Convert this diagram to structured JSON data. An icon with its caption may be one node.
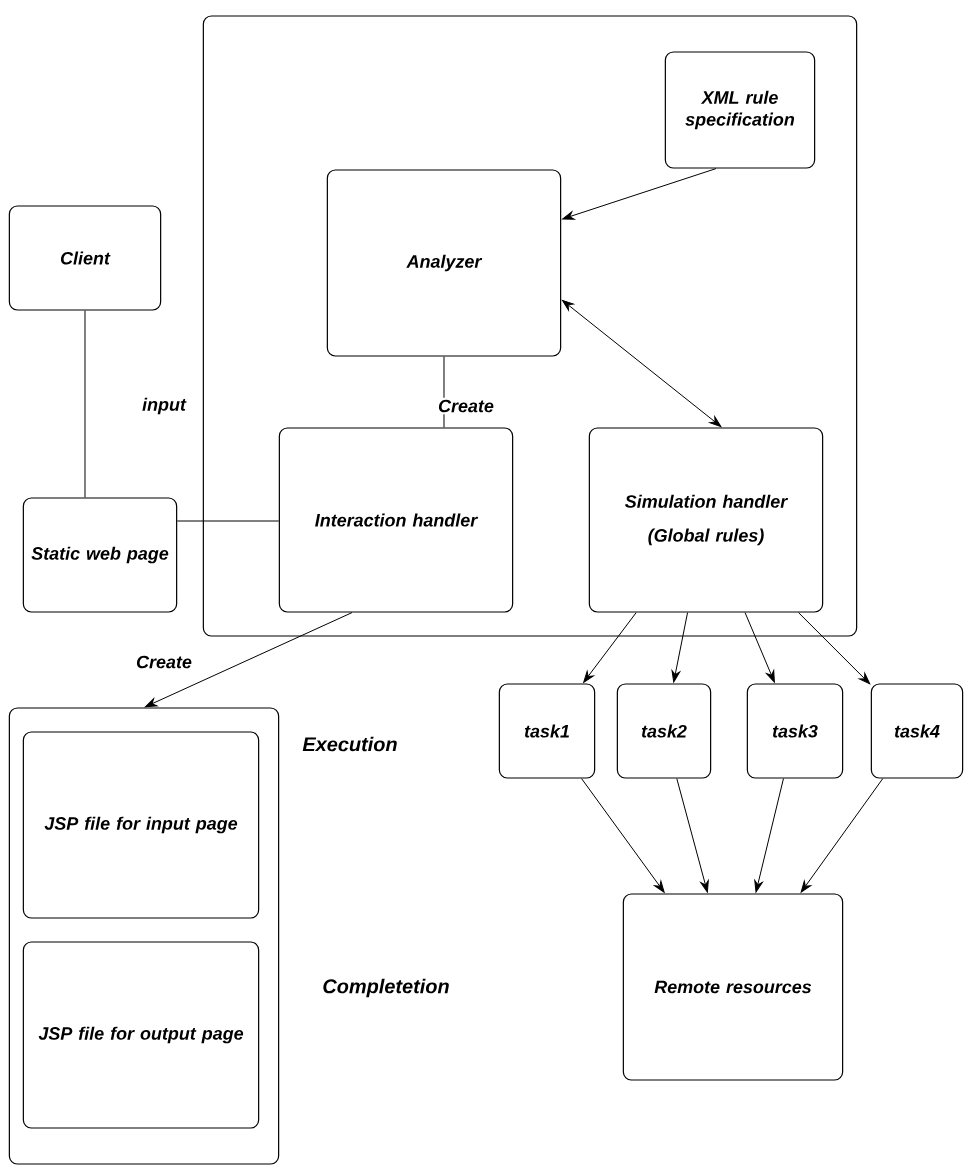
{
  "diagram": {
    "nodes": [
      {
        "text": [],
        "shape": "box"
      },
      {
        "text": [
          "XML rule specification"
        ],
        "in": 0
      },
      {
        "text": [
          "Analyzer"
        ],
        "in": 0
      },
      {
        "text": [
          "Interaction handler"
        ],
        "in": 0
      },
      {
        "text": [
          "Simulation handler",
          "(Global rules)"
        ],
        "in": 0
      },
      {
        "text": [
          "Client"
        ]
      },
      {
        "text": [
          "Static web page"
        ]
      },
      {
        "text": [],
        "shape": "box"
      },
      {
        "text": [
          "JSP file for input page"
        ],
        "in": 7
      },
      {
        "text": [
          "JSP file for output page"
        ],
        "in": 7
      },
      {
        "text": [
          "task1"
        ]
      },
      {
        "text": [
          "task2"
        ]
      },
      {
        "text": [
          "task3"
        ]
      },
      {
        "text": [
          "task4"
        ]
      },
      {
        "text": [
          "Remote resources"
        ]
      }
    ],
    "edges": [
      {
        "from": 1,
        "to": 2,
        "arrow": "to"
      },
      {
        "from": 2,
        "to": 4,
        "arrow": "both"
      },
      {
        "from": 2,
        "to": 3,
        "arrow": "none",
        "label": "Create"
      },
      {
        "from": 5,
        "to": 6,
        "arrow": "none",
        "label": "input"
      },
      {
        "from": 6,
        "to": 3,
        "arrow": "none"
      },
      {
        "from": 3,
        "to": 7,
        "arrow": "to",
        "label": "Create"
      },
      {
        "from": 4,
        "to": 10,
        "arrow": "to"
      },
      {
        "from": 4,
        "to": 11,
        "arrow": "to"
      },
      {
        "from": 4,
        "to": 12,
        "arrow": "to"
      },
      {
        "from": 4,
        "to": 13,
        "arrow": "to"
      },
      {
        "from": 10,
        "to": 14,
        "arrow": "to"
      },
      {
        "from": 11,
        "to": 14,
        "arrow": "to"
      },
      {
        "from": 12,
        "to": 14,
        "arrow": "to"
      },
      {
        "from": 13,
        "to": 14,
        "arrow": "to"
      }
    ],
    "labels": [
      "Execution",
      "Completetion"
    ]
  }
}
